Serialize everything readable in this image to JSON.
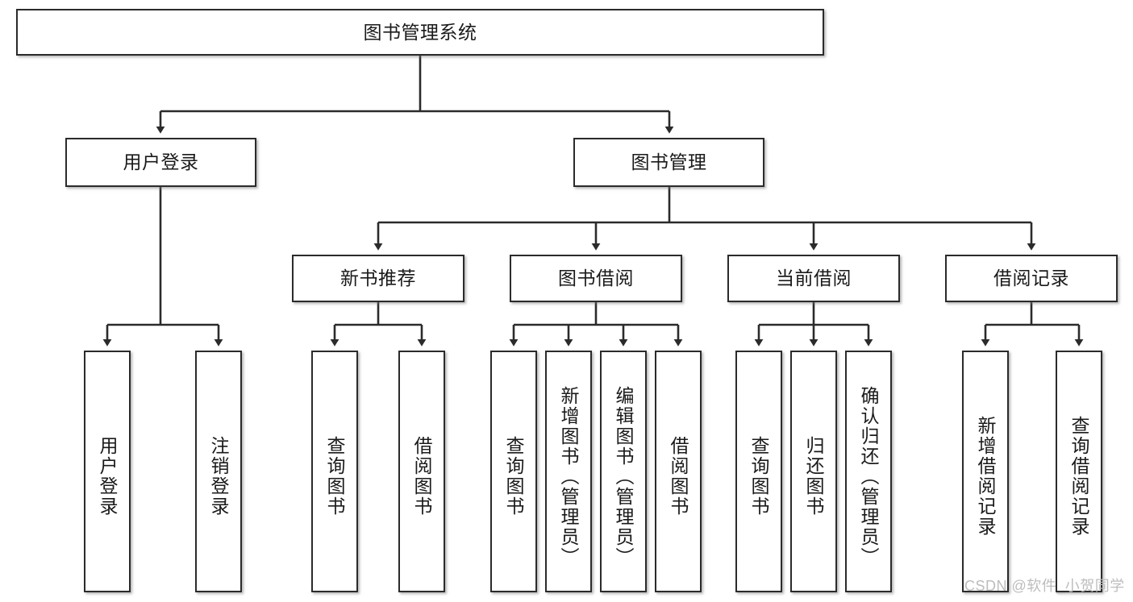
{
  "diagram": {
    "title": "图书管理系统",
    "type": "tree",
    "orientation": "top-down",
    "colors": {
      "box_border": "#2b2b2b",
      "box_fill": "#ffffff",
      "connector": "#2b2b2b",
      "background": "#ffffff",
      "watermark": "#bdbdbd"
    },
    "root": {
      "label": "图书管理系统"
    },
    "level2": [
      {
        "label": "用户登录"
      },
      {
        "label": "图书管理"
      }
    ],
    "level3": [
      {
        "label": "新书推荐"
      },
      {
        "label": "图书借阅"
      },
      {
        "label": "当前借阅"
      },
      {
        "label": "借阅记录"
      }
    ],
    "leaves": {
      "user_login": [
        {
          "label": "用户登录"
        },
        {
          "label": "注销登录"
        }
      ],
      "new_book": [
        {
          "label": "查询图书"
        },
        {
          "label": "借阅图书"
        }
      ],
      "book_borrow": [
        {
          "label": "查询图书"
        },
        {
          "label": "新增图书（管理员）"
        },
        {
          "label": "编辑图书（管理员）"
        },
        {
          "label": "借阅图书"
        }
      ],
      "current_borrow": [
        {
          "label": "查询图书"
        },
        {
          "label": "归还图书"
        },
        {
          "label": "确认归还（管理员）"
        }
      ],
      "borrow_record": [
        {
          "label": "新增借阅记录"
        },
        {
          "label": "查询借阅记录"
        }
      ]
    }
  },
  "watermark": {
    "text": "CSDN @软件_小贺同学"
  }
}
